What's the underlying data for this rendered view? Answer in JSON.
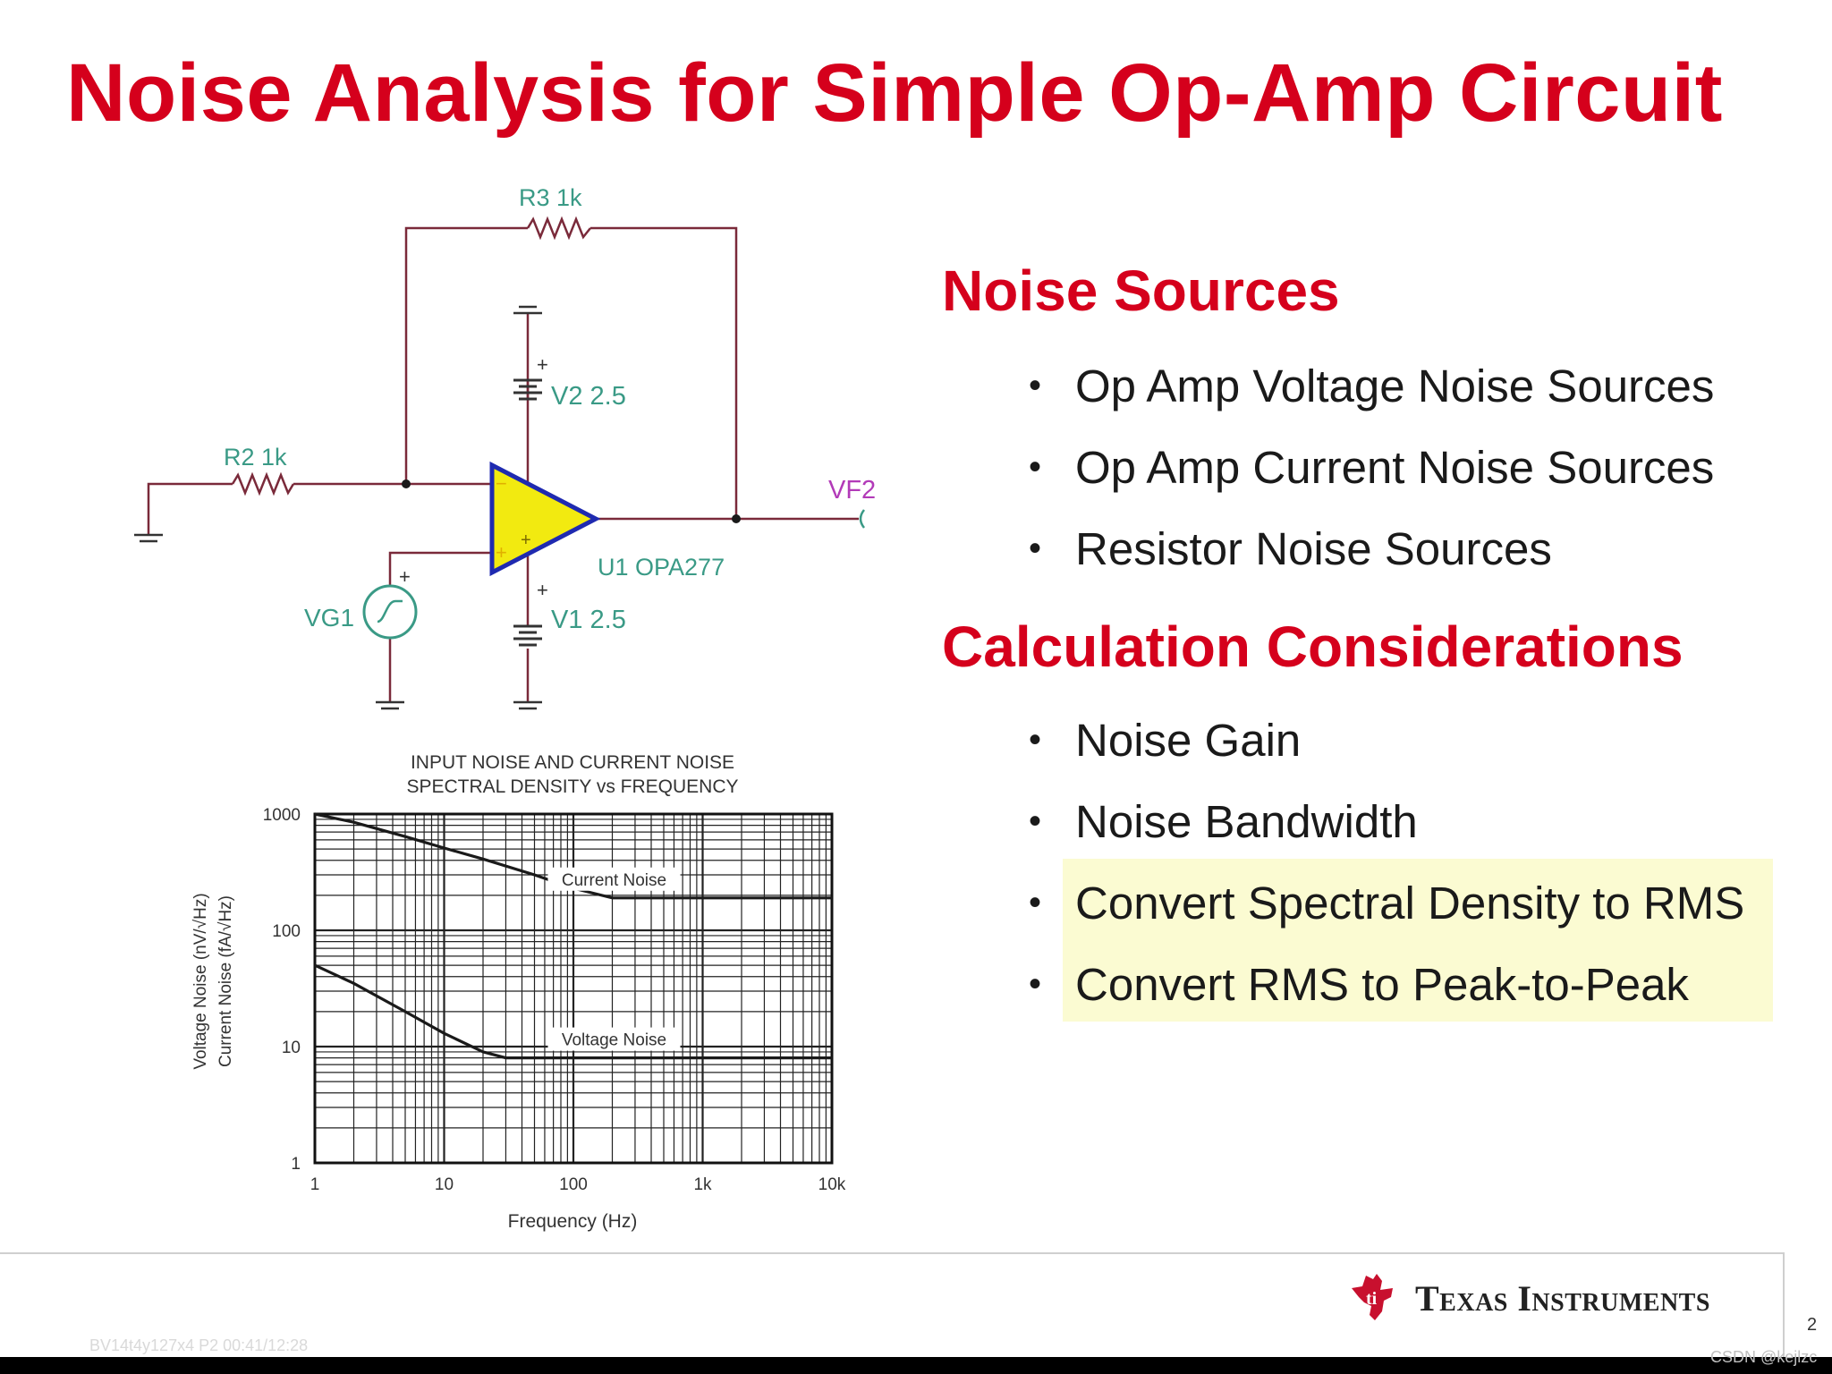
{
  "slide": {
    "title": "Noise Analysis for Simple Op-Amp Circuit",
    "page_number": "2"
  },
  "noise_sources": {
    "heading": "Noise Sources",
    "items": [
      "Op Amp Voltage Noise Sources",
      "Op Amp Current Noise Sources",
      "Resistor Noise Sources"
    ]
  },
  "calculation": {
    "heading": "Calculation Considerations",
    "items": [
      "Noise Gain",
      "Noise Bandwidth",
      "Convert Spectral Density to RMS",
      "Convert RMS to Peak-to-Peak"
    ],
    "highlighted_items": [
      2,
      3
    ],
    "highlight_color": "#fbfbd2"
  },
  "schematic": {
    "r3": "R3 1k",
    "r2": "R2 1k",
    "v2": "V2 2.5",
    "v1": "V1 2.5",
    "vg1": "VG1",
    "vf2": "VF2",
    "u1": "U1 OPA277",
    "plus": "+",
    "minus": "−",
    "wire_color": "#7a2a3a",
    "label_color": "#3a9a86",
    "opamp_fill": "#f2ea10",
    "opamp_stroke": "#1f2ab0",
    "probe_color": "#b23ab8"
  },
  "chart_data": {
    "type": "line",
    "title": "INPUT NOISE AND CURRENT NOISE SPECTRAL DENSITY vs FREQUENCY",
    "title_lines": [
      "INPUT NOISE AND CURRENT NOISE",
      "SPECTRAL DENSITY vs FREQUENCY"
    ],
    "xlabel": "Frequency (Hz)",
    "ylabel_lines": [
      "Voltage Noise (nV/√Hz)",
      "Current Noise (fA/√Hz)"
    ],
    "x_scale": "log",
    "y_scale": "log",
    "xlim": [
      1,
      10000
    ],
    "ylim": [
      1,
      1000
    ],
    "x_ticks": [
      1,
      10,
      100,
      1000,
      10000
    ],
    "x_tick_labels": [
      "1",
      "10",
      "100",
      "1k",
      "10k"
    ],
    "y_ticks": [
      1,
      10,
      100,
      1000
    ],
    "y_tick_labels": [
      "1",
      "10",
      "100",
      "1000"
    ],
    "grid": true,
    "series": [
      {
        "name": "Current Noise",
        "x": [
          1,
          2,
          5,
          10,
          20,
          50,
          100,
          200,
          500,
          1000,
          2000,
          5000,
          10000
        ],
        "y": [
          1000,
          850,
          640,
          510,
          410,
          300,
          230,
          190,
          190,
          190,
          190,
          190,
          190
        ]
      },
      {
        "name": "Voltage Noise",
        "x": [
          1,
          2,
          5,
          10,
          20,
          30,
          50,
          100,
          200,
          500,
          1000,
          2000,
          5000,
          10000
        ],
        "y": [
          50,
          35,
          20,
          13,
          9,
          8,
          8,
          8,
          8,
          8,
          8,
          8,
          8,
          8
        ]
      }
    ],
    "line_color": "#1a1a1a"
  },
  "footer": {
    "company": "Texas Instruments",
    "logo_color": "#c8102e",
    "watermark": "CSDN @kejlzc",
    "video_overlay": "BV14t4y127x4 P2 00:41/12:28"
  }
}
